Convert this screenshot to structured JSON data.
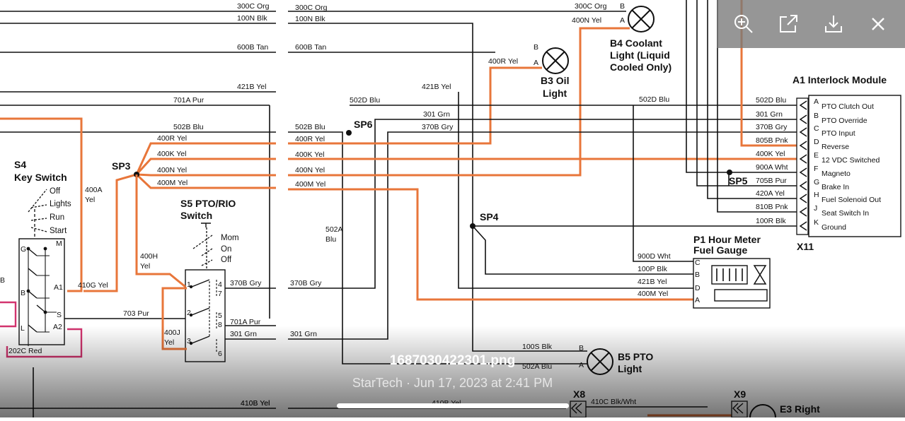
{
  "viewer": {
    "file_name": "1687030422301.png",
    "meta": "StarTech · Jun 17, 2023 at 2:41 PM",
    "toolbar": [
      "zoom-in-icon",
      "open-external-icon",
      "download-icon",
      "close-icon"
    ]
  },
  "colors": {
    "wire": "#111111",
    "orange_wire": "#e8763a",
    "red_wire": "#d2336e"
  },
  "diagram": {
    "components": {
      "s4_id": "S4",
      "s4_name": "Key Switch",
      "s4_positions": [
        "Off",
        "Lights",
        "Run",
        "Start"
      ],
      "s4_pins": [
        "G",
        "M",
        "B",
        "A1",
        "S",
        "L",
        "A2"
      ],
      "s5_id": "S5 PTO/RIO",
      "s5_name": "Switch",
      "s5_positions": [
        "Mom",
        "On",
        "Off"
      ],
      "s5_pins": [
        "4",
        "7",
        "5",
        "8",
        "1",
        "2",
        "3",
        "6"
      ],
      "b3_id": "B3 Oil",
      "b3_name": "Light",
      "b4_id": "B4 Coolant",
      "b4_name1": "Light (Liquid",
      "b4_name2": "Cooled Only)",
      "b5_id": "B5 PTO",
      "b5_name": "Light",
      "p1_line1": "P1 Hour Meter",
      "p1_line2": "Fuel Gauge",
      "p1_pins": [
        "C",
        "B",
        "D",
        "A"
      ],
      "a1": "A1 Interlock Module",
      "x11": "X11",
      "x8": "X8",
      "x9": "X9",
      "e3": "E3 Right",
      "sp3": "SP3",
      "sp4": "SP4",
      "sp5": "SP5",
      "sp6": "SP6",
      "lamp_pin_a": "A",
      "lamp_pin_b": "B"
    },
    "module_pins": [
      {
        "pin": "A",
        "wire": "502D Blu",
        "func": "PTO Clutch Out"
      },
      {
        "pin": "B",
        "wire": "301 Grn",
        "func": "PTO Override"
      },
      {
        "pin": "C",
        "wire": "370B Gry",
        "func": "PTO Input"
      },
      {
        "pin": "D",
        "wire": "805B Pnk",
        "func": "Reverse"
      },
      {
        "pin": "E",
        "wire": "400K Yel",
        "func": "12 VDC Switched"
      },
      {
        "pin": "F",
        "wire": "900A Wht",
        "func": "Magneto"
      },
      {
        "pin": "G",
        "wire": "705B Pur",
        "func": "Brake In"
      },
      {
        "pin": "H",
        "wire": "420A Yel",
        "func": "Fuel Solenoid Out"
      },
      {
        "pin": "J",
        "wire": "810B Pnk",
        "func": "Seat Switch In"
      },
      {
        "pin": "K",
        "wire": "100R Blk",
        "func": "Ground"
      }
    ],
    "wires": {
      "w300c_l": "300C Org",
      "w100n_l": "100N Blk",
      "w600b_l": "600B Tan",
      "w421b_l": "421B Yel",
      "w701a_l": "701A Pur",
      "w502b_l": "502B Blu",
      "w400r_l": "400R Yel",
      "w400k_l": "400K Yel",
      "w400n_l": "400N Yel",
      "w400m_l": "400M Yel",
      "w400a_1": "400A",
      "w400a_2": "Yel",
      "w410g": "410G Yel",
      "w703": "703 Pur",
      "w202c": "202C Red",
      "w400h_1": "400H",
      "w400h_2": "Yel",
      "w400j_1": "400J",
      "w400j_2": "Yel",
      "w370b_s5": "370B Gry",
      "w701a_s5": "701A Pur",
      "w301_s5": "301 Grn",
      "w300c_m": "300C Org",
      "w100n_m": "100N Blk",
      "w600b_m": "600B Tan",
      "w502b_m": "502B Blu",
      "w400r_m": "400R Yel",
      "w400k_m": "400K Yel",
      "w400n_m": "400N Yel",
      "w400m_m": "400M Yel",
      "w370b_m": "370B Gry",
      "w301_m": "301 Grn",
      "w502d_m": "502D Blu",
      "w421b_m": "421B Yel",
      "w301_c": "301 Grn",
      "w370b_c": "370B Gry",
      "w502a_1": "502A",
      "w502a_2": "Blu",
      "w400r_b3": "400R Yel",
      "w300c_r": "300C Org",
      "w400n_r": "400N Yel",
      "w502d_r": "502D Blu",
      "w900d": "900D Wht",
      "w100p": "100P Blk",
      "w421b_p1": "421B Yel",
      "w400m_p1": "400M Yel",
      "w100s": "100S Blk",
      "w502a_b5": "502A Blu",
      "w410b": "410B Yel",
      "w410b_2": "410B Yel",
      "w410c": "410C Blk/Wht"
    }
  }
}
